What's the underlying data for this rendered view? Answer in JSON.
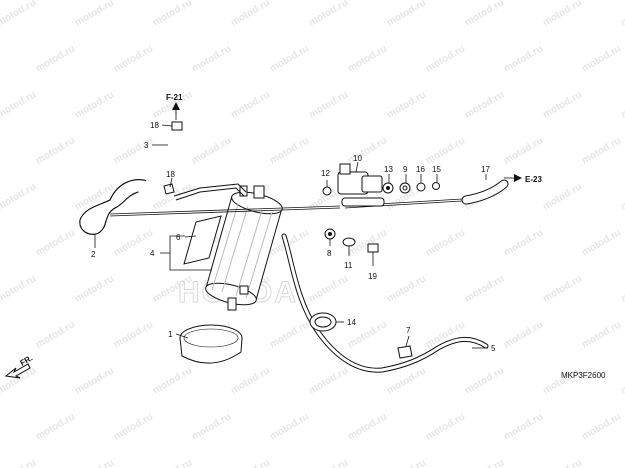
{
  "watermark": "motod.ru",
  "diagram_code": "MKP3F2600",
  "front_marker": "FR.",
  "refs": {
    "f21": "F-21",
    "e23": "E-23"
  },
  "callouts": {
    "n1": "1",
    "n2": "2",
    "n3": "3",
    "n4": "4",
    "n5": "5",
    "n6": "6",
    "n7": "7",
    "n8": "8",
    "n9": "9",
    "n10": "10",
    "n11": "11",
    "n12": "12",
    "n13": "13",
    "n14": "14",
    "n15": "15",
    "n16": "16",
    "n17": "17",
    "n18a": "18",
    "n18b": "18",
    "n19": "19"
  },
  "brand_wordmark": "HONDA"
}
